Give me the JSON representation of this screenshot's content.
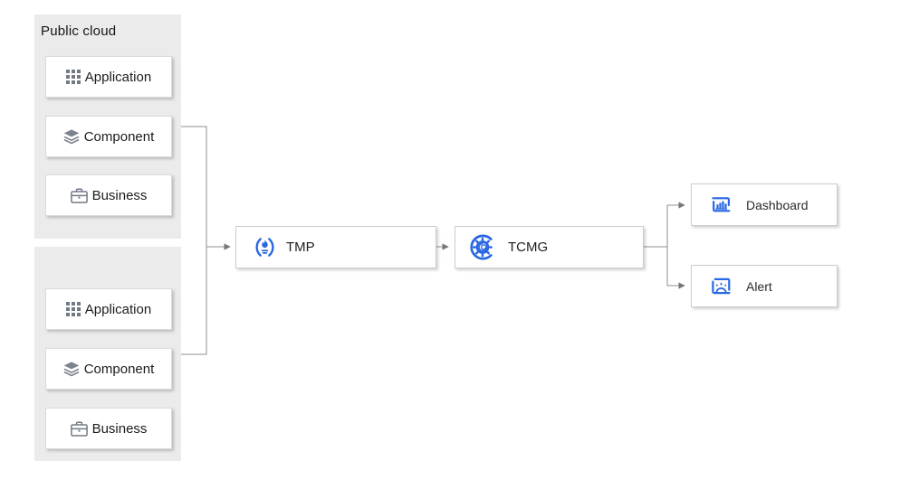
{
  "diagram": {
    "groups": [
      {
        "label": "Public cloud",
        "items": [
          {
            "label": "Application",
            "icon": "grid-icon"
          },
          {
            "label": "Component",
            "icon": "layers-icon"
          },
          {
            "label": "Business",
            "icon": "briefcase-icon"
          }
        ]
      },
      {
        "label": "",
        "items": [
          {
            "label": "Application",
            "icon": "grid-icon"
          },
          {
            "label": "Component",
            "icon": "layers-icon"
          },
          {
            "label": "Business",
            "icon": "briefcase-icon"
          }
        ]
      }
    ],
    "nodes": {
      "tmp": {
        "label": "TMP",
        "icon": "prometheus-icon"
      },
      "tcmg": {
        "label": "TCMG",
        "icon": "gear-icon"
      },
      "dashboard": {
        "label": "Dashboard",
        "icon": "bar-chart-icon"
      },
      "alert": {
        "label": "Alert",
        "icon": "siren-icon"
      }
    },
    "connections": [
      {
        "from": "public-cloud-group",
        "to": "tmp"
      },
      {
        "from": "cloud-group-2",
        "to": "tmp"
      },
      {
        "from": "tmp",
        "to": "tcmg"
      },
      {
        "from": "tcmg",
        "to": "dashboard"
      },
      {
        "from": "tcmg",
        "to": "alert"
      }
    ],
    "colors": {
      "accent_blue": "#2767e2",
      "icon_gray": "#717a85",
      "group_background": "#ebebeb",
      "connector_line": "#8f8f8f"
    }
  }
}
